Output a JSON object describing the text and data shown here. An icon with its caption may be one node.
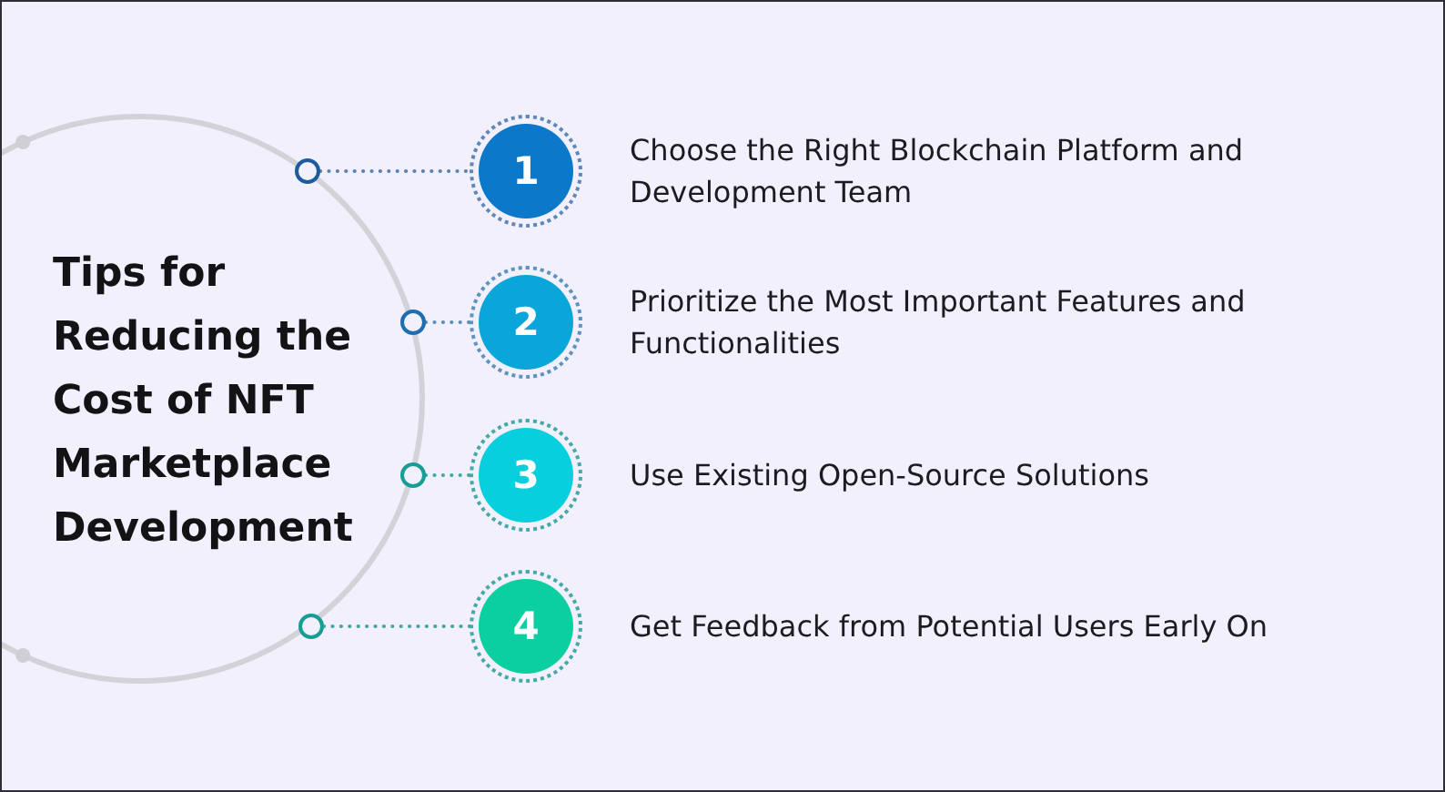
{
  "diagram": {
    "nodes": [
      {
        "text": [
          "Tips for Reducing the Cost of NFT Marketplace Development"
        ]
      },
      {
        "text": [],
        "shape": "circle"
      },
      {
        "text": [
          "1"
        ],
        "beside": [
          "Choose the Right Blockchain Platform and Development Team"
        ]
      },
      {
        "text": [],
        "shape": "circle"
      },
      {
        "text": [
          "2"
        ],
        "beside": [
          "Prioritize the Most Important Features and Functionalities"
        ]
      },
      {
        "text": [],
        "shape": "circle"
      },
      {
        "text": [
          "3"
        ],
        "beside": [
          "Use Existing Open-Source Solutions"
        ]
      },
      {
        "text": [],
        "shape": "circle"
      },
      {
        "text": [
          "4"
        ],
        "beside": [
          "Get Feedback from Potential Users Early On"
        ]
      }
    ],
    "edges": [
      {
        "from": 1,
        "to": 2,
        "arrow": "none",
        "style": "dashed",
        "color": "#5a83b3"
      },
      {
        "from": 3,
        "to": 4,
        "arrow": "none",
        "style": "dashed",
        "color": "#5a8fbd"
      },
      {
        "from": 5,
        "to": 6,
        "arrow": "none",
        "style": "dashed",
        "color": "#3fa8a2"
      },
      {
        "from": 7,
        "to": 8,
        "arrow": "none",
        "style": "dashed",
        "color": "#3fa8a2"
      }
    ]
  }
}
